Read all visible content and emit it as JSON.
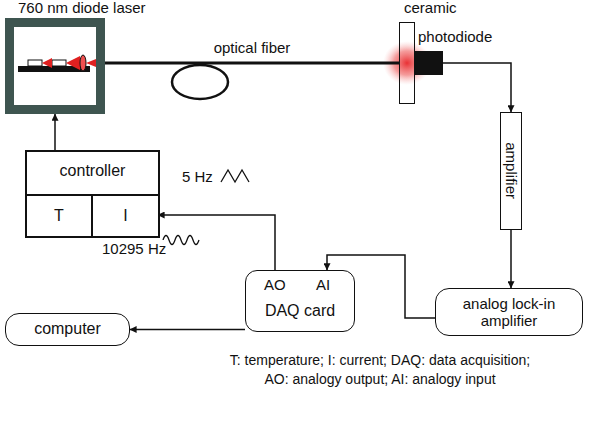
{
  "diagram": {
    "nodes": [
      {
        "text": [
          "760 nm diode laser"
        ]
      },
      {
        "text": [
          "ceramic"
        ]
      },
      {
        "text": [
          "photodiode"
        ]
      },
      {
        "text": [
          "amplifier"
        ]
      },
      {
        "text": [
          "controller"
        ]
      },
      {
        "text": [
          "T"
        ],
        "in": 4
      },
      {
        "text": [
          "I"
        ],
        "in": 4
      },
      {
        "text": [
          "AO",
          "AI",
          "DAQ card"
        ]
      },
      {
        "text": [
          "analog lock-in amplifier"
        ]
      },
      {
        "text": [
          "computer"
        ]
      }
    ],
    "edges": [
      {
        "from": 0,
        "to": 1,
        "arrow": "none",
        "label": "optical fiber"
      },
      {
        "from": 2,
        "to": 3,
        "arrow": "to"
      },
      {
        "from": 3,
        "to": 8,
        "arrow": "to"
      },
      {
        "from": 8,
        "to": 7,
        "arrow": "to"
      },
      {
        "from": 7,
        "to": 6,
        "arrow": "to"
      },
      {
        "from": 4,
        "to": 0,
        "arrow": "to"
      },
      {
        "from": 7,
        "to": 9,
        "arrow": "to"
      }
    ],
    "labels": [
      "5 Hz",
      "10295 Hz",
      "T: temperature; I: current; DAQ: data acquisition;",
      "AO: analogy output; AI: analogy input"
    ]
  }
}
